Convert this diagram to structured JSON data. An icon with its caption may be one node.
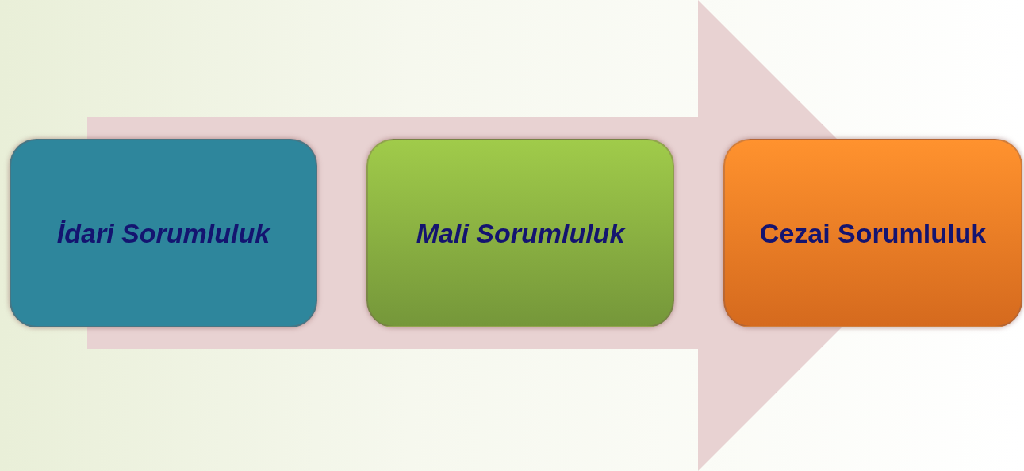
{
  "diagram": {
    "nodes": [
      {
        "text": [
          "İdari Sorumluluk"
        ]
      },
      {
        "text": [
          "Mali Sorumluluk"
        ]
      },
      {
        "text": [
          "Cezai Sorumluluk"
        ]
      }
    ],
    "edges": [
      {
        "from": 0,
        "to": 2,
        "arrow": "to"
      }
    ]
  }
}
